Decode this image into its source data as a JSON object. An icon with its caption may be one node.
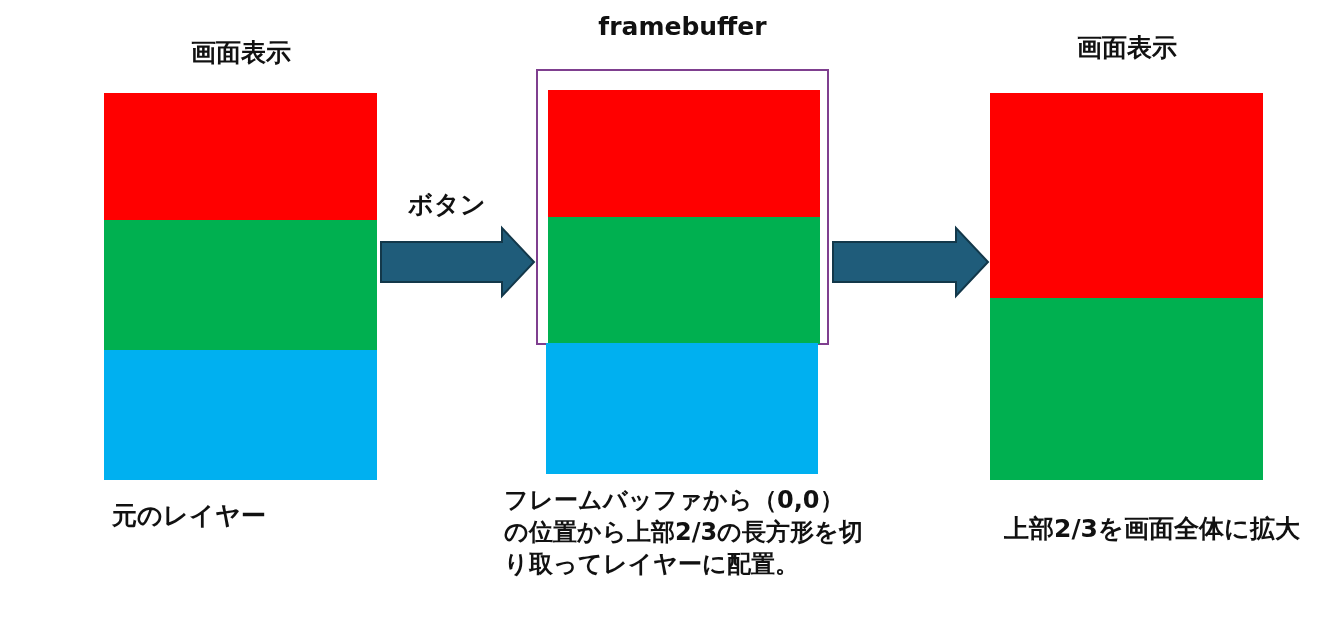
{
  "diagram": {
    "nodes": [
      {
        "text": [
          "画面表示"
        ],
        "beside": [
          "元のレイヤー"
        ]
      },
      {
        "text": [],
        "shape": "box",
        "in": 0
      },
      {
        "text": [],
        "shape": "box",
        "in": 0
      },
      {
        "text": [],
        "shape": "box",
        "in": 0
      },
      {
        "text": [
          "framebuffer"
        ],
        "beside": [
          "フレームバッファから（0,0）の位置から上部2/3の長方形を切り取ってレイヤーに配置。"
        ]
      },
      {
        "text": [],
        "shape": "box",
        "in": 4
      },
      {
        "text": [],
        "shape": "box",
        "in": 5
      },
      {
        "text": [],
        "shape": "box",
        "in": 5
      },
      {
        "text": [],
        "shape": "box",
        "in": 4
      },
      {
        "text": [
          "画面表示"
        ],
        "beside": [
          "上部2/3を画面全体に拡大"
        ]
      },
      {
        "text": [],
        "shape": "box",
        "in": 9
      },
      {
        "text": [],
        "shape": "box",
        "in": 9
      }
    ],
    "edges": [
      {
        "from": 0,
        "to": 5,
        "arrow": "to",
        "label": "ボタン"
      },
      {
        "from": 5,
        "to": 9,
        "arrow": "to"
      }
    ]
  }
}
